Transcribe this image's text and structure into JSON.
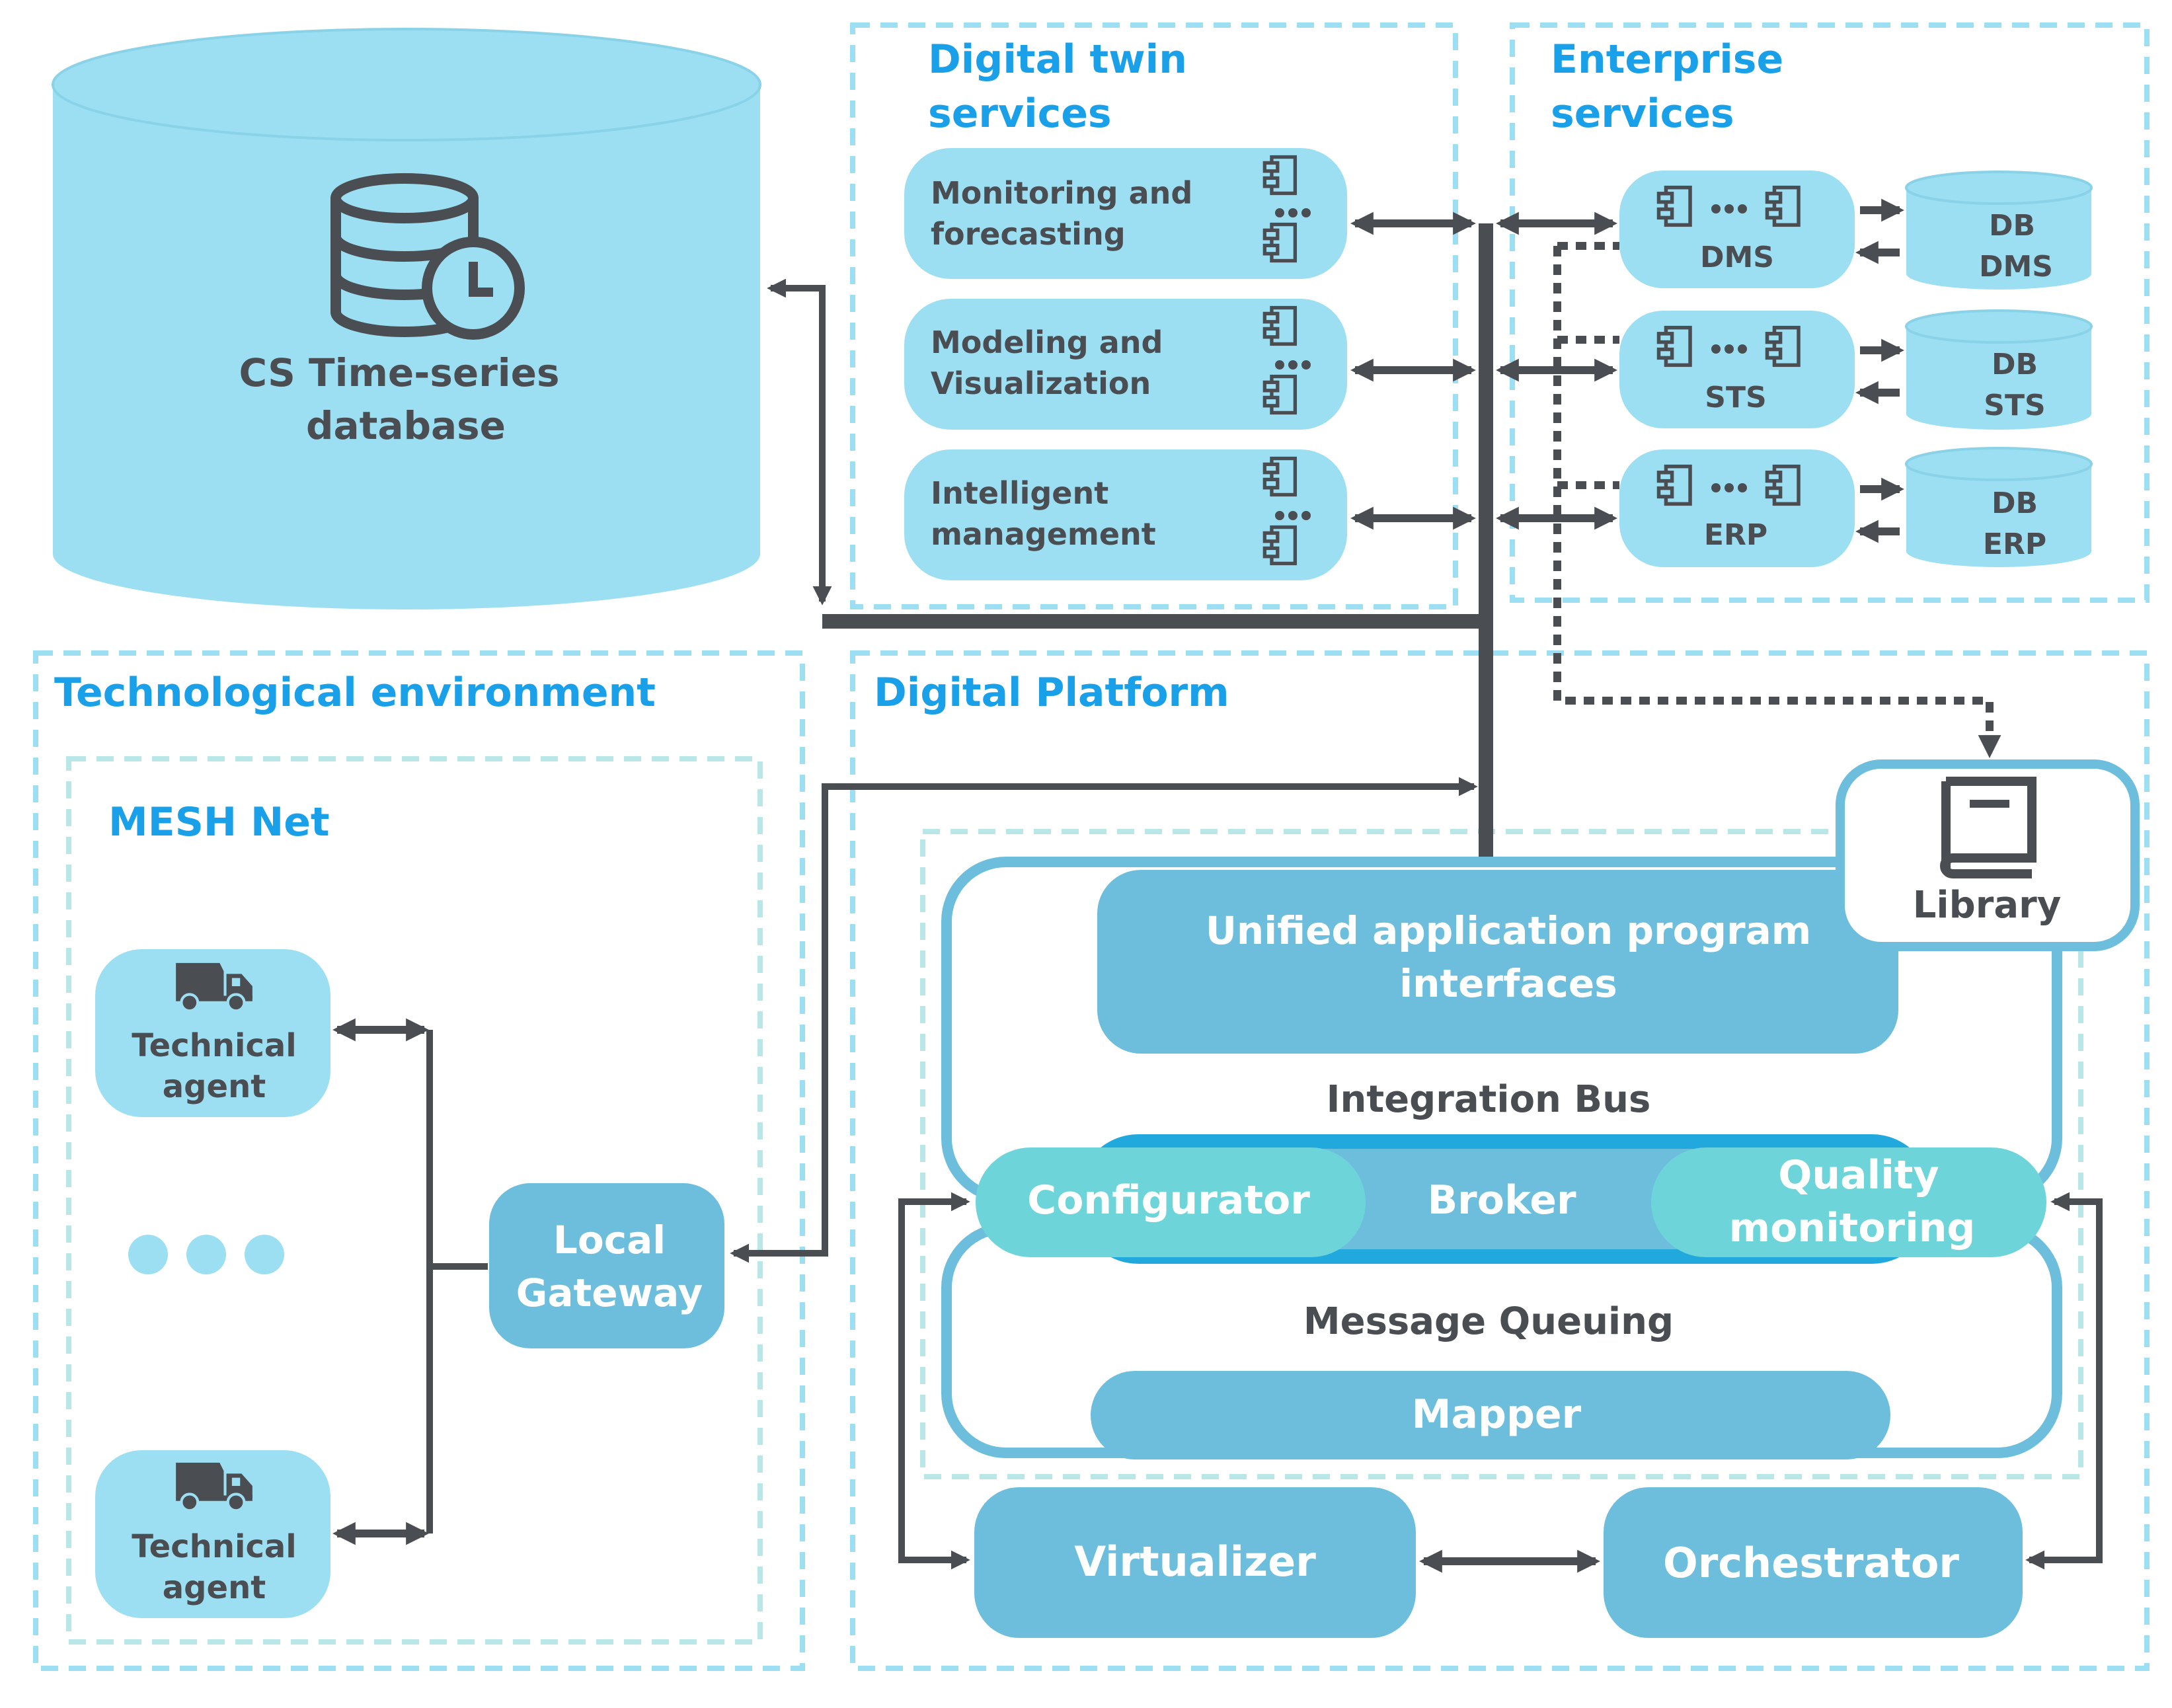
{
  "colors": {
    "light_blue": "#9cdff2",
    "mid_blue": "#6cbedc",
    "deep_blue": "#21a9dd",
    "teal": "#6dd5d9",
    "dark_gray": "#4a4d52",
    "heading_blue": "#1aa0e8",
    "dashed_border": "#9cdff2"
  },
  "database": {
    "line1": "CS Time-series",
    "line2": "database",
    "icon": "database-clock-icon"
  },
  "digital_twin": {
    "title_line1": "Digital twin",
    "title_line2": "services",
    "services": [
      {
        "line1": "Monitoring and",
        "line2": "forecasting",
        "icon": "component-icon"
      },
      {
        "line1": "Modeling and",
        "line2": "Visualization",
        "icon": "component-icon"
      },
      {
        "line1": "Intelligent",
        "line2": "management",
        "icon": "component-icon"
      }
    ]
  },
  "enterprise": {
    "title_line1": "Enterprise",
    "title_line2": "services",
    "services": [
      {
        "label": "DMS",
        "db_line1": "DB",
        "db_line2": "DMS",
        "icon": "component-icon"
      },
      {
        "label": "STS",
        "db_line1": "DB",
        "db_line2": "STS",
        "icon": "component-icon"
      },
      {
        "label": "ERP",
        "db_line1": "DB",
        "db_line2": "ERP",
        "icon": "component-icon"
      }
    ]
  },
  "tech_env": {
    "title": "Technological environment",
    "mesh_title": "MESH Net",
    "agent1_line1": "Technical",
    "agent1_line2": "agent",
    "agent2_line1": "Technical",
    "agent2_line2": "agent",
    "agent_icon": "truck-icon",
    "gateway_line1": "Local",
    "gateway_line2": "Gateway"
  },
  "platform": {
    "title": "Digital Platform",
    "library": "Library",
    "library_icon": "book-icon",
    "api_line1": "Unified application program",
    "api_line2": "interfaces",
    "integration_bus": "Integration Bus",
    "configurator": "Configurator",
    "broker": "Broker",
    "quality_line1": "Quality",
    "quality_line2": "monitoring",
    "message_queuing": "Message Queuing",
    "mapper": "Mapper",
    "virtualizer": "Virtualizer",
    "orchestrator": "Orchestrator"
  }
}
